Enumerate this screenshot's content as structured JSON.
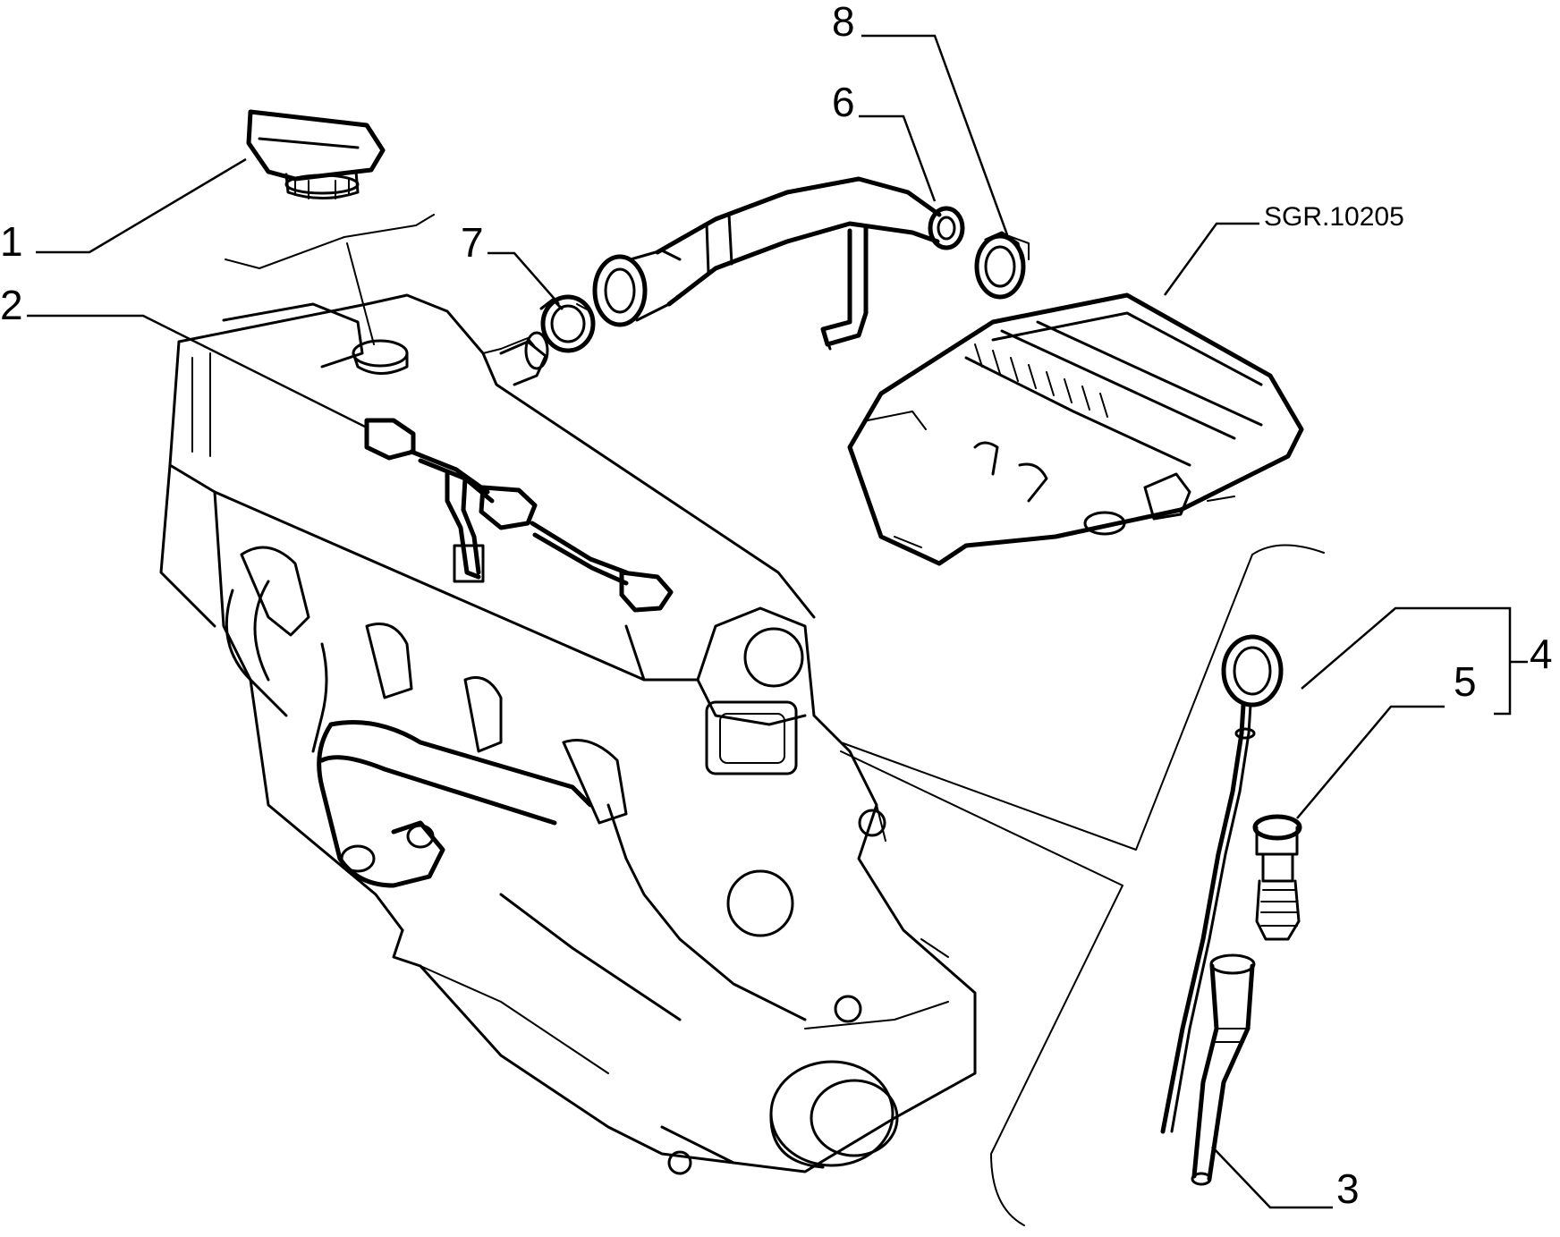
{
  "diagram": {
    "reference_code": "SGR.10205",
    "callouts": {
      "c1": "1",
      "c2": "2",
      "c3": "3",
      "c4": "4",
      "c5": "5",
      "c6": "6",
      "c7": "7",
      "c8": "8"
    }
  }
}
